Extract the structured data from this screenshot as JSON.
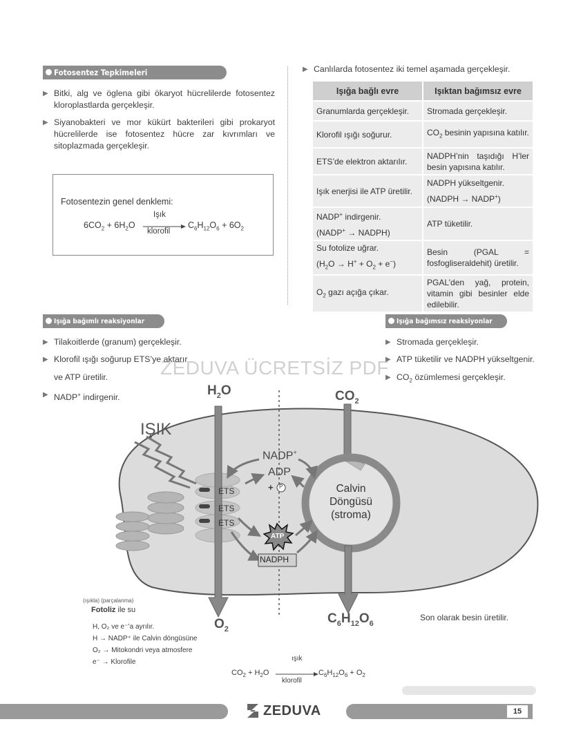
{
  "left_section": {
    "header": "Fotosentez Tepkimeleri",
    "bullets": [
      "Bitki, alg ve öglena gibi ökaryot hücrelilerde fotosentez kloroplastlarda gerçekleşir.",
      "Siyanobakteri ve mor kükürt bakterileri gibi prokaryot hücrelilerde ise fotosentez hücre zar kıvrımları ve sitoplazmada gerçekleşir."
    ],
    "equation_box": {
      "title": "Fotosentezin genel denklemi:",
      "above_arrow": "Işık",
      "below_arrow": "klorofil"
    }
  },
  "right_section": {
    "intro": "Canlılarda fotosentez iki temel aşamada gerçekleşir.",
    "table": {
      "headers": [
        "Işığa bağlı evre",
        "Işıktan bağımsız evre"
      ],
      "rows": [
        [
          "Granumlarda gerçekleşir.",
          "Stromada gerçekleşir."
        ],
        [
          "Klorofil ışığı soğurur.",
          "besinin yapısına katılır."
        ],
        [
          "ETS’de elektron aktarılır.",
          "NADPH’nin taşıdığı H’ler besin yapısına katılır."
        ],
        [
          "Işık enerjisi ile ATP üretilir.",
          "NADPH yükseltgenir."
        ],
        [
          "indirgenir.",
          "ATP tüketilir."
        ],
        [
          "Su fotolize uğrar.",
          "Besin (PGAL = fosfogliseraldehit) üretilir."
        ],
        [
          "gazı açığa çıkar.",
          "PGAL’den yağ, protein, vitamin gibi besinler elde edilebilir."
        ]
      ]
    }
  },
  "light_section": {
    "header": "Işığa bağımlı reaksiyonlar",
    "bullets": [
      "Tilakoitlerde (granum) gerçekleşir.",
      "Klorofil ışığı soğurup ETS’ye aktarır",
      "ve ATP üretilir.",
      "indirgenir."
    ]
  },
  "dark_section": {
    "header": "Işığa bağımsız reaksiyonlar",
    "bullets": [
      "Stromada gerçekleşir.",
      "ATP tüketilir ve NADPH yükseltgenir.",
      "özümlemesi gerçekleşir."
    ]
  },
  "watermark": "ZEDUVA ÜCRETSİZ PDF",
  "diagram": {
    "light_label": "IŞIK",
    "ets_labels": [
      "ETS",
      "ETS",
      "ETS"
    ],
    "adp": "ADP",
    "atp": "ATP",
    "nadph": "NADPH",
    "p": "P",
    "calvin": [
      "Calvin",
      "Döngüsü",
      "(stroma)"
    ]
  },
  "notes": {
    "under_labels": "(ışıkla)  (parçalanma)",
    "fotoliz_bold": "Fotoliz",
    "fotoliz_rest": " ile su",
    "lines": [
      "H, O₂ ve e⁻’a ayrılır.",
      "H → NADP⁺ ile Calvin döngüsüne",
      "O₂ → Mitokondri veya atmosfere",
      "e⁻ → Klorofile"
    ],
    "son": "Son olarak besin üretilir.",
    "eq_above": "ışık",
    "eq_below": "klorofil"
  },
  "footer": {
    "brand": "ZEDUVA",
    "page": "15"
  }
}
